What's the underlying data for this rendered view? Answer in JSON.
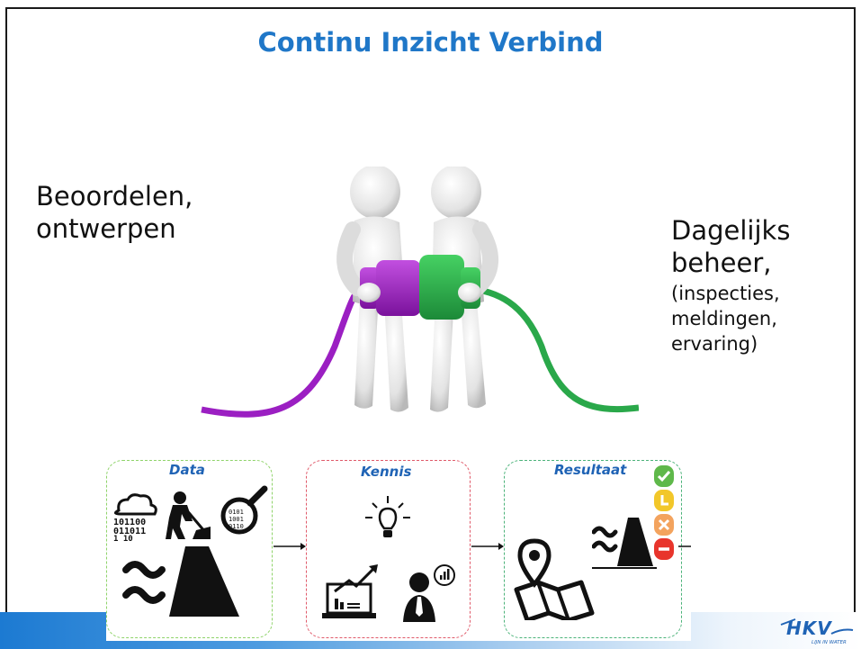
{
  "slide": {
    "title": "Continu Inzicht Verbind",
    "left_text": [
      "Beoordelen,",
      "ontwerpen"
    ],
    "right_text_main": [
      "Dagelijks",
      "beheer,"
    ],
    "right_text_sub": [
      "(inspecties,",
      "meldingen,",
      "ervaring)"
    ]
  },
  "process": {
    "stages": [
      {
        "label": "Data",
        "border_color": "#8fd36a"
      },
      {
        "label": "Kennis",
        "border_color": "#e05a6a"
      },
      {
        "label": "Resultaat",
        "border_color": "#4cb37a"
      }
    ],
    "status_colors": [
      "#5fb84a",
      "#f2c72a",
      "#f3a35e",
      "#e8352c"
    ],
    "icons": [
      "cloud-data-icon",
      "worker-icon",
      "magnifier-icon",
      "water-dike-icon",
      "lightbulb-icon",
      "laptop-chart-icon",
      "expert-icon",
      "map-pin-icon"
    ]
  },
  "logo": {
    "text": "HKV",
    "tagline": "LIJN IN WATER",
    "color": "#1f63b5"
  },
  "colors": {
    "title": "#1f77c8",
    "purple_cable": "#9b1fc2",
    "green_cable": "#2aa84a"
  }
}
